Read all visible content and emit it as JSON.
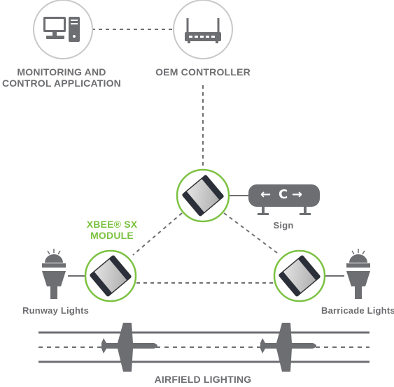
{
  "labels": {
    "monitoring_line1": "MONITORING AND",
    "monitoring_line2": "CONTROL APPLICATION",
    "oem_controller": "OEM CONTROLLER",
    "xbee_line1": "XBEE® SX",
    "xbee_line2": "MODULE",
    "sign": "Sign",
    "runway_lights": "Runway Lights",
    "barricade_lights": "Barricade Lights",
    "airfield_lighting": "AIRFIELD LIGHTING"
  },
  "sign": {
    "left_arrow": "←",
    "letter": "C",
    "right_arrow": "→"
  },
  "colors": {
    "gray": "#6d6e71",
    "green": "#7cc242",
    "circle_border": "#c8c8c8",
    "sign_fill": "#6d6e71"
  },
  "icons": [
    "desktop-computer-icon",
    "router-icon",
    "xbee-module-icon",
    "sign-icon",
    "runway-light-icon",
    "barricade-light-icon",
    "airplane-icon"
  ]
}
